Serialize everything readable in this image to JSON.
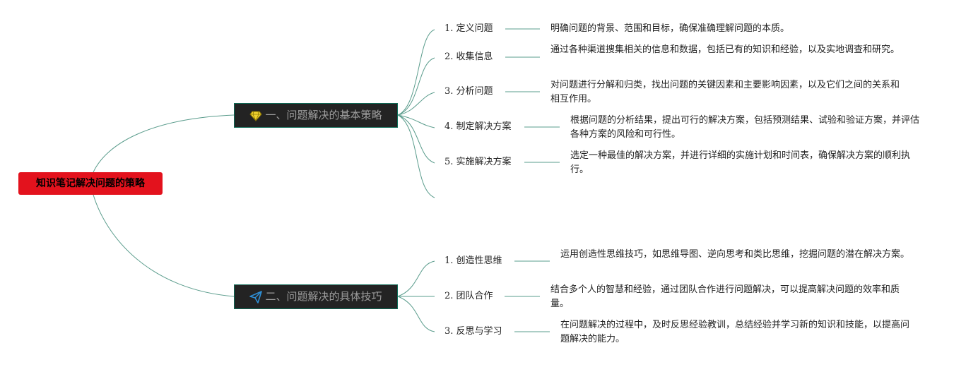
{
  "root": {
    "label": "知识笔记解决问题的策略",
    "color": "#e3121d"
  },
  "branches": [
    {
      "label": "一、问题解决的基本策略",
      "icon": "diamond-icon",
      "icon_color": "#f0d230",
      "items": [
        {
          "label": "1. 定义问题",
          "desc": "明确问题的背景、范围和目标，确保准确理解问题的本质。"
        },
        {
          "label": "2. 收集信息",
          "desc": "通过各种渠道搜集相关的信息和数据，包括已有的知识和经验，以及实地调查和研究。"
        },
        {
          "label": "3. 分析问题",
          "desc": "对问题进行分解和归类，找出问题的关键因素和主要影响因素，以及它们之间的关系和相互作用。"
        },
        {
          "label": "4. 制定解决方案",
          "desc": "根据问题的分析结果，提出可行的解决方案，包括预测结果、试验和验证方案，并评估各种方案的风险和可行性。"
        },
        {
          "label": "5. 实施解决方案",
          "desc": "选定一种最佳的解决方案，并进行详细的实施计划和时间表，确保解决方案的顺利执行。"
        }
      ]
    },
    {
      "label": "二、问题解决的具体技巧",
      "icon": "paper-plane-icon",
      "icon_color": "#2e8fd6",
      "items": [
        {
          "label": "1. 创造性思维",
          "desc": "运用创造性思维技巧，如思维导图、逆向思考和类比思维，挖掘问题的潜在解决方案。"
        },
        {
          "label": "2. 团队合作",
          "desc": "结合多个人的智慧和经验，通过团队合作进行问题解决，可以提高解决问题的效率和质量。"
        },
        {
          "label": "3. 反思与学习",
          "desc": "在问题解决的过程中，及时反思经验教训，总结经验并学习新的知识和技能，以提高问题解决的能力。"
        }
      ]
    }
  ],
  "colors": {
    "connector": "#5a9c8c",
    "branch_bg": "#232323",
    "branch_text": "#9e9e9e"
  }
}
